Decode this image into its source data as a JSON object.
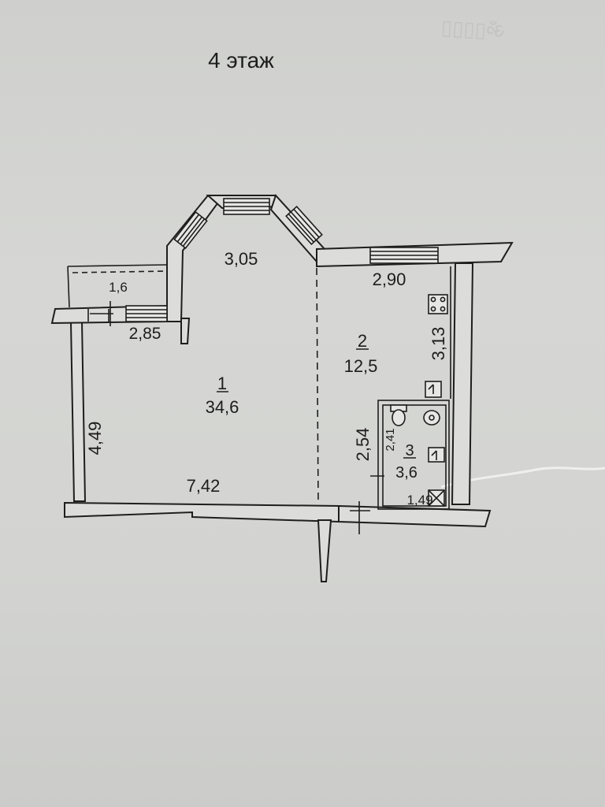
{
  "floor_title": "4 этаж",
  "rooms": [
    {
      "number": "1",
      "area": "34,6"
    },
    {
      "number": "2",
      "area": "12,5"
    },
    {
      "number": "3",
      "area": "3,6"
    }
  ],
  "dimensions": {
    "balcony_top": "1,6",
    "balcony_width": "2,85",
    "bay_width": "3,05",
    "room1_height": "4,49",
    "room1_width": "7,42",
    "kitchen_width": "2,90",
    "kitchen_depth": "3,13",
    "hall_depth": "2,54",
    "bath_depth": "2,41",
    "bath_width": "1,49"
  },
  "colors": {
    "paper": "#d4d5d2",
    "wall": "#d9dad7",
    "line": "#1e1e1e"
  }
}
